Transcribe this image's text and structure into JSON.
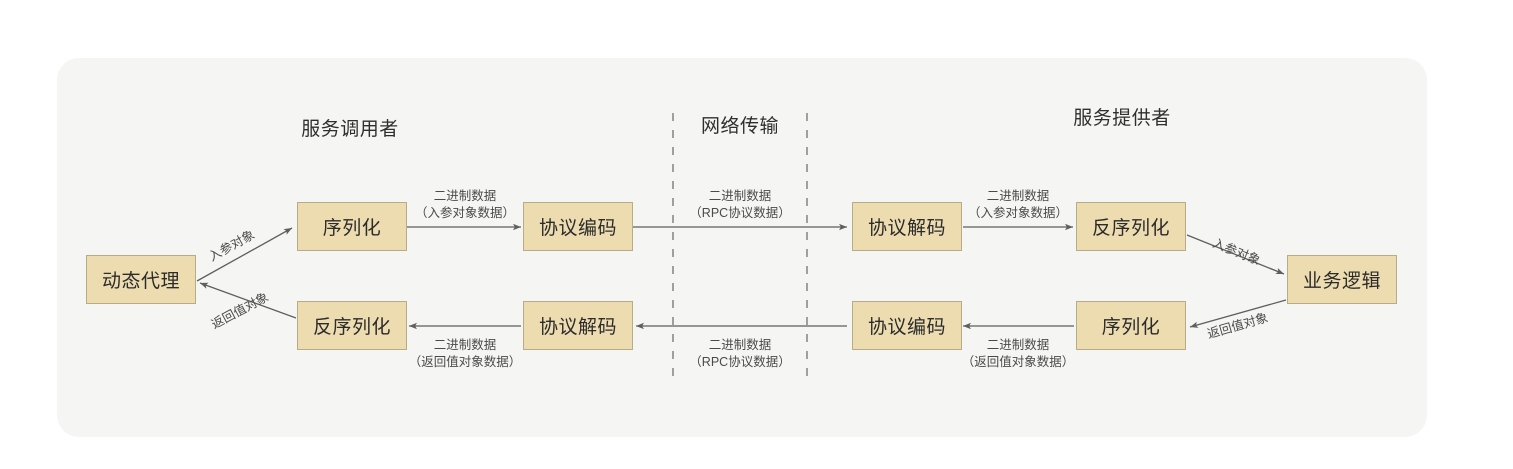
{
  "diagram": {
    "title_caller": "服务调用者",
    "title_network": "网络传输",
    "title_provider": "服务提供者",
    "colors": {
      "panel_background": "#f5f5f3",
      "node_fill": "#eddcb0",
      "node_border": "#b9ab86",
      "connector": "#6e6e6e",
      "text": "#2b2b2b"
    },
    "nodes": {
      "dynamic_proxy": "动态代理",
      "serialize_caller": "序列化",
      "protocol_encode_caller": "协议编码",
      "protocol_decode_provider": "协议解码",
      "deserialize_provider": "反序列化",
      "business_logic": "业务逻辑",
      "serialize_provider": "序列化",
      "protocol_encode_provider": "协议编码",
      "protocol_decode_caller": "协议解码",
      "deserialize_caller": "反序列化"
    },
    "edge_labels": {
      "request_param_object_caller": "入参对象",
      "request_binary_line1": "二进制数据",
      "request_binary_line2": "（入参对象数据）",
      "network_request_line1": "二进制数据",
      "network_request_line2": "（RPC协议数据）",
      "request_decoded_line1": "二进制数据",
      "request_decoded_line2": "（入参对象数据）",
      "request_param_object_provider": "入参对象",
      "response_return_object_provider": "返回值对象",
      "response_binary_line1": "二进制数据",
      "response_binary_line2": "（返回值对象数据）",
      "network_response_line1": "二进制数据",
      "network_response_line2": "（RPC协议数据）",
      "response_decoded_line1": "二进制数据",
      "response_decoded_line2": "（返回值对象数据）",
      "response_return_object_caller": "返回值对象"
    }
  }
}
